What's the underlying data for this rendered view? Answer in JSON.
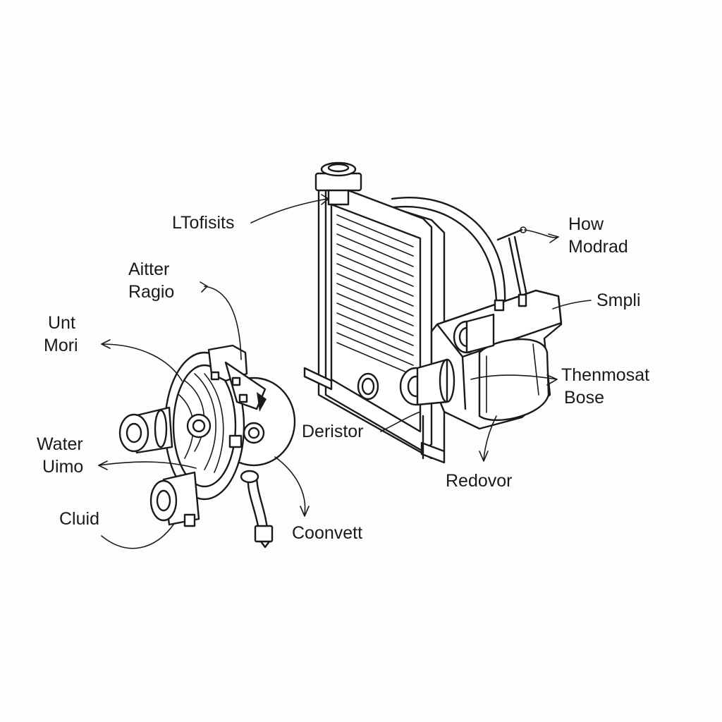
{
  "diagram": {
    "labels": {
      "ltofisits": "LTofisits",
      "aitter_ragio": [
        "Aitter",
        "Ragio"
      ],
      "unt_mori": [
        "Unt",
        "Mori"
      ],
      "water_uimo": [
        "Water",
        "Uimo"
      ],
      "cluid": "Cluid",
      "deristor": "Deristor",
      "coonvett": "Coonvett",
      "how_modrad": [
        "How",
        "Modrad"
      ],
      "smpli": "Smpli",
      "thenmosat_bose": [
        "Thenmosat",
        "Bose"
      ],
      "redovor": "Redovor"
    },
    "colors": {
      "ink": "#1a1a1a",
      "background": "#fdfdfd"
    }
  }
}
